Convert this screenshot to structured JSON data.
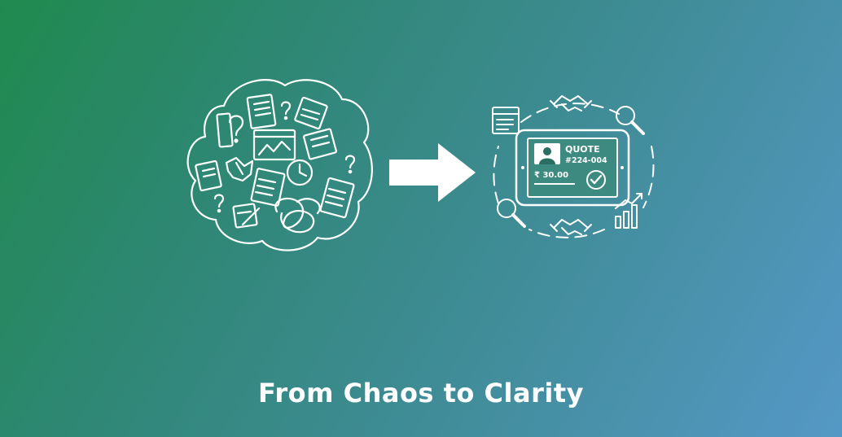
{
  "headline": "From Chaos to Clarity",
  "quote_card": {
    "label": "QUOTE",
    "number": "#224-004",
    "amount": "₹ 30.00"
  },
  "colors": {
    "gradient_start": "#1f8a4e",
    "gradient_end": "#5598c6",
    "tablet_fill": "#3d8b80",
    "check_green": "#2f9a6e"
  },
  "icons": [
    "chaos-cloud-icon",
    "arrow-right-icon",
    "tablet-quote-icon",
    "handshake-icon",
    "magnifier-icon",
    "bar-chart-icon",
    "document-icon",
    "clock-icon",
    "question-icon"
  ]
}
